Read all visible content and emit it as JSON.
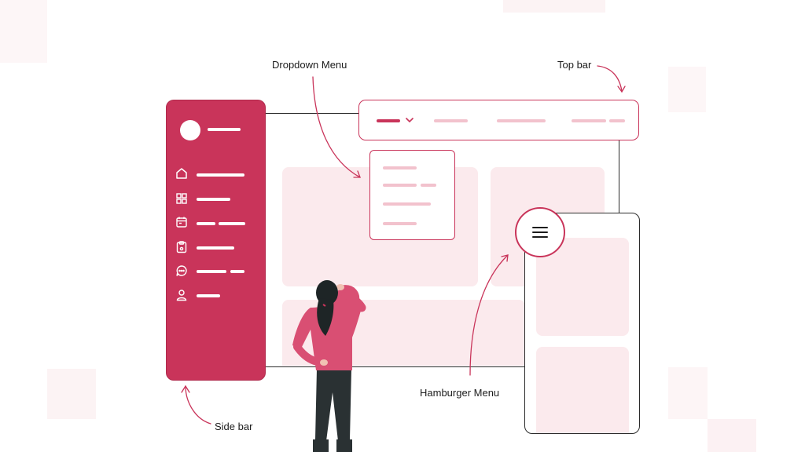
{
  "colors": {
    "accent": "#c9345a",
    "accent_light": "#f2c2cd",
    "card_fill": "#fbeaed",
    "outline": "#2b2b2b"
  },
  "annotations": {
    "dropdown_menu": "Dropdown Menu",
    "top_bar": "Top bar",
    "hamburger_menu": "Hamburger Menu",
    "side_bar": "Side bar"
  },
  "sidebar": {
    "icons": [
      "home-icon",
      "grid-icon",
      "calendar-icon",
      "clipboard-icon",
      "chat-icon",
      "user-icon"
    ]
  },
  "hamburger": {
    "icon": "hamburger-icon"
  }
}
